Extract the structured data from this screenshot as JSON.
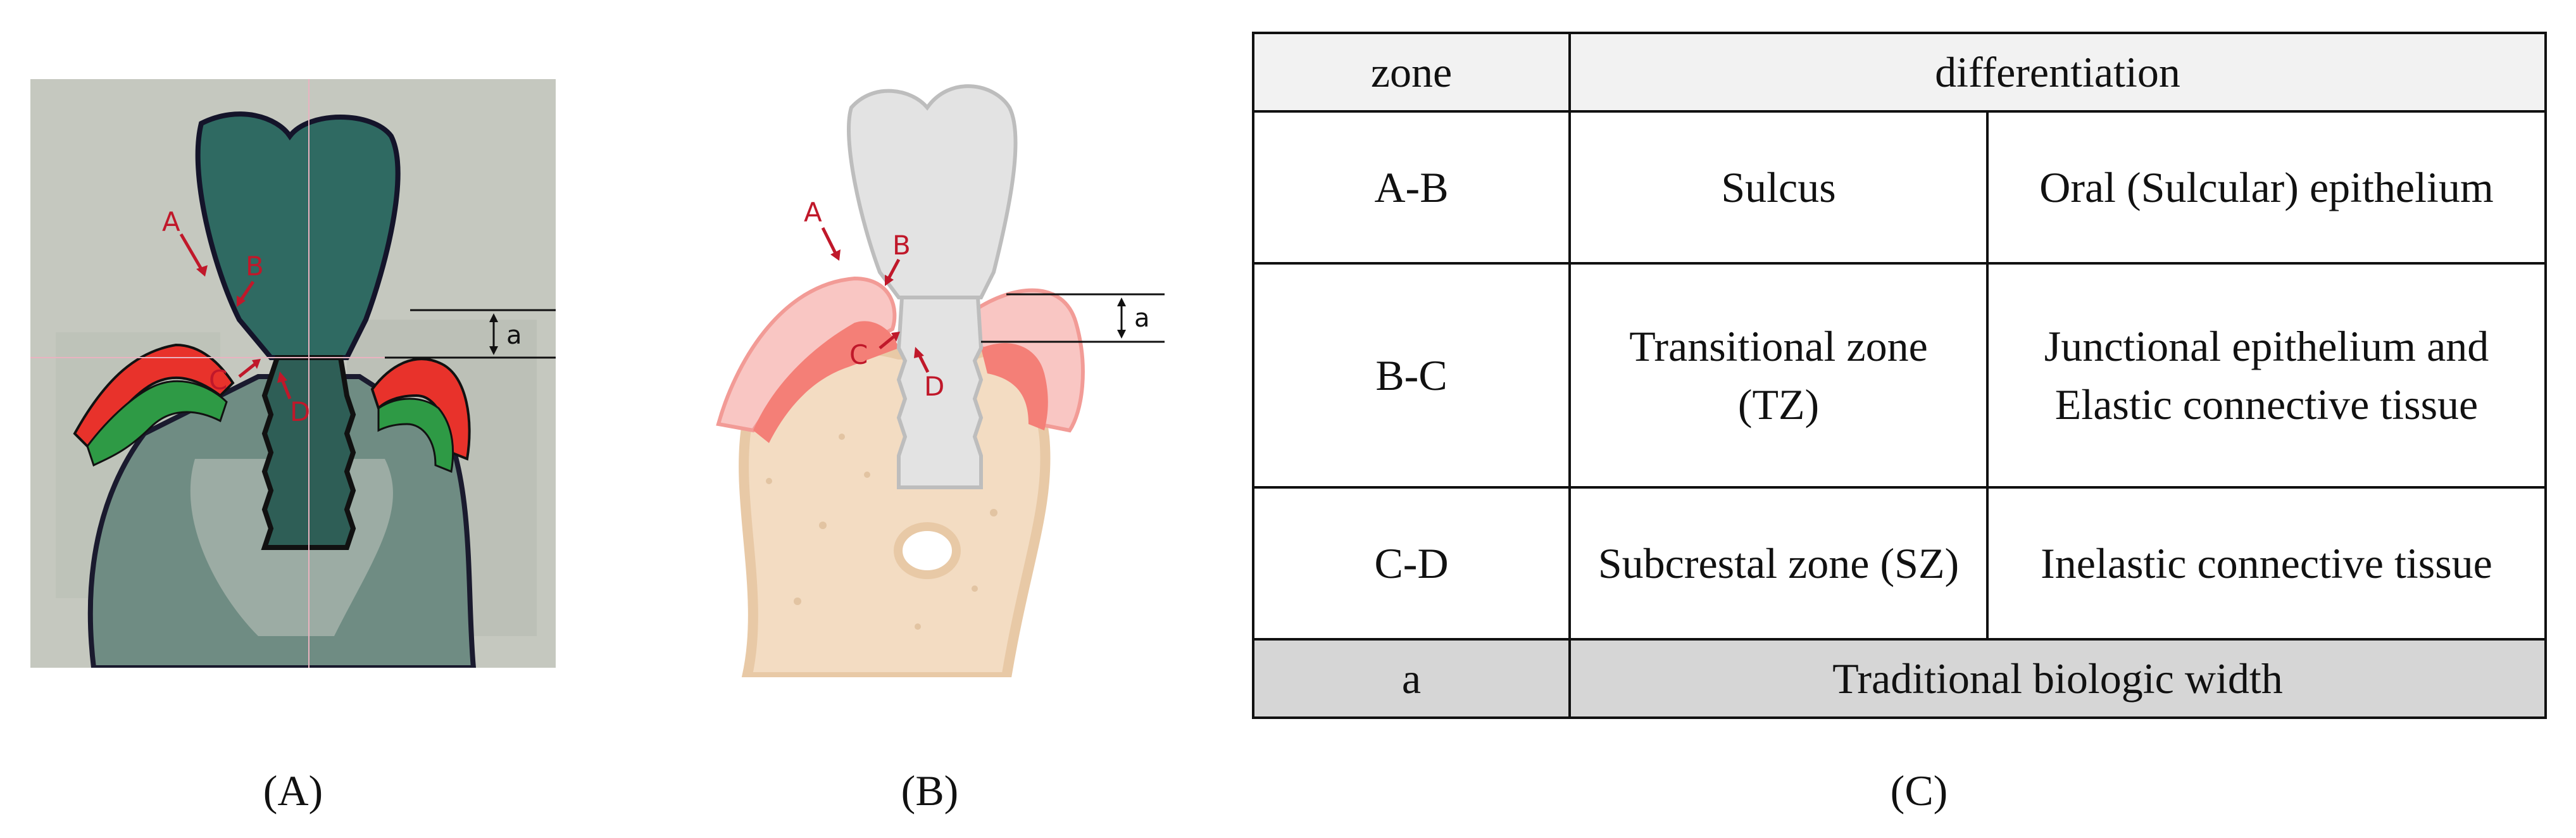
{
  "panel_a": {
    "labels": [
      "A",
      "B",
      "C",
      "D"
    ],
    "measure_label": "a"
  },
  "panel_b": {
    "labels": [
      "A",
      "B",
      "C",
      "D"
    ],
    "measure_label": "a"
  },
  "captions": {
    "a": "(A)",
    "b": "(B)",
    "c": "(C)"
  },
  "table": {
    "headers": [
      "zone",
      "differentiation"
    ],
    "rows": [
      {
        "zone": "A-B",
        "region": "Sulcus",
        "tissue": "Oral (Sulcular) epithelium"
      },
      {
        "zone": "B-C",
        "region": "Transitional zone (TZ)",
        "tissue": "Junctional epithelium and Elastic connective tissue"
      },
      {
        "zone": "C-D",
        "region": "Subcrestal zone (SZ)",
        "tissue": "Inelastic connective tissue"
      }
    ],
    "footer": {
      "zone": "a",
      "description": "Traditional biologic width"
    }
  },
  "colors": {
    "photo_background": "#c5c8bf",
    "implant_teal": "#2f6a62",
    "soft_tissue_red": "#e8322b",
    "connective_green": "#2e9a45",
    "label_red": "#c0182a",
    "bone_beige": "#f3dcc2",
    "gingiva_pink": "#f6a4a0",
    "crown_grey": "#e3e3e3",
    "table_header_bg": "#f2f2f2",
    "table_footer_bg": "#d6d6d6"
  }
}
